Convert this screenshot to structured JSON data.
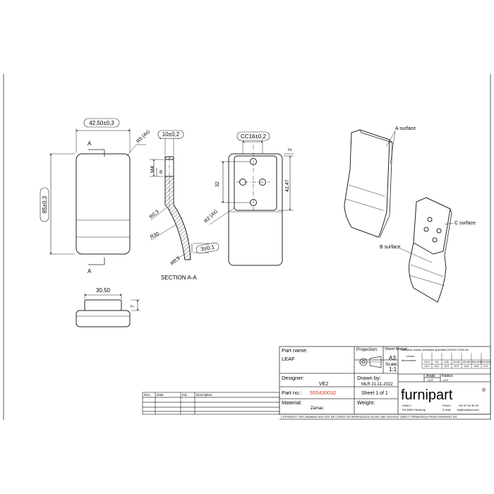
{
  "dims": {
    "width": "42,50±0,3",
    "radius_top": "R5 (4x)",
    "height": "85±0,3",
    "arrow_a_top": "A",
    "arrow_a_bottom": "A",
    "base_width": "30,50",
    "base_height": "7",
    "thickness": "10±0,2",
    "m4": "M4",
    "depth_8": "8",
    "r03_top": "R0,3",
    "r30": "R30",
    "r03_bottom": "R0,3",
    "thick_3": "3±0,1",
    "section_label": "SECTION A-A",
    "cc16": "CC16±0,2",
    "dim_2": "2",
    "dim_32": "32",
    "dim_4247": "42,47",
    "r2": "R2 (4x)"
  },
  "iso": {
    "a_surface": "A surface",
    "c_surface": "C surface",
    "b_surface": "B surface"
  },
  "title_block": {
    "part_name_label": "Part name:",
    "part_name": "LEAF",
    "projection_label": "Projection:",
    "sheet_format_label": "Sheet format:",
    "sheet_format": "A3",
    "scale_label": "Scale:",
    "scale": "1:1",
    "designer_label": "Designer:",
    "designer": "VE2",
    "drawn_by_label": "Drawn by:",
    "drawn_by": "MLR 21-11-2022",
    "part_no_label": "Part no.:",
    "part_no": "555430032",
    "sheet_count": "Sheet 1 of 1",
    "material_label": "Material:",
    "material": "Zamac",
    "weight_label": "Weight:",
    "tolerance_title": "Tolerance unless otherwise specified DS/ISO 2768-1M",
    "linear_label": "Linear",
    "dimensions_label": "dimensions",
    "tol_ranges": [
      "0,5-3",
      "3-6",
      "6-30",
      "30-120",
      "120-400",
      "400-1000",
      "1000-2000"
    ],
    "tol_values": [
      "±0,1",
      "±0,1",
      "±0,2",
      "±0,3",
      "±0,5",
      "±0,8",
      "±1,2"
    ],
    "angle_label": "Angle",
    "radius_label": "Radius",
    "angle_value": "±0,5°",
    "radius_value": "±0,5",
    "brand": "furnipart",
    "registered": "®",
    "address_1": "Delta 2",
    "address_2": "DK-8382 Hinnerup",
    "phone_label": "Phone:",
    "phone": "+45 87 64 35 00",
    "email_label": "E-mail:",
    "email": "fp@furnipart.com",
    "copyright": "COPYRIGHT: THIS DRAWING MAY NOT BE COPIED OR REPRODUCED IN ANY WAY WITHOUT DIRECT PERMISSION FROM FURNIPART A/S"
  },
  "revision_table": {
    "headers": [
      "Rev.:",
      "Date:",
      "Init.:",
      "Description:"
    ]
  },
  "colors": {
    "part_number": "#d23b2b",
    "line": "#222222"
  }
}
